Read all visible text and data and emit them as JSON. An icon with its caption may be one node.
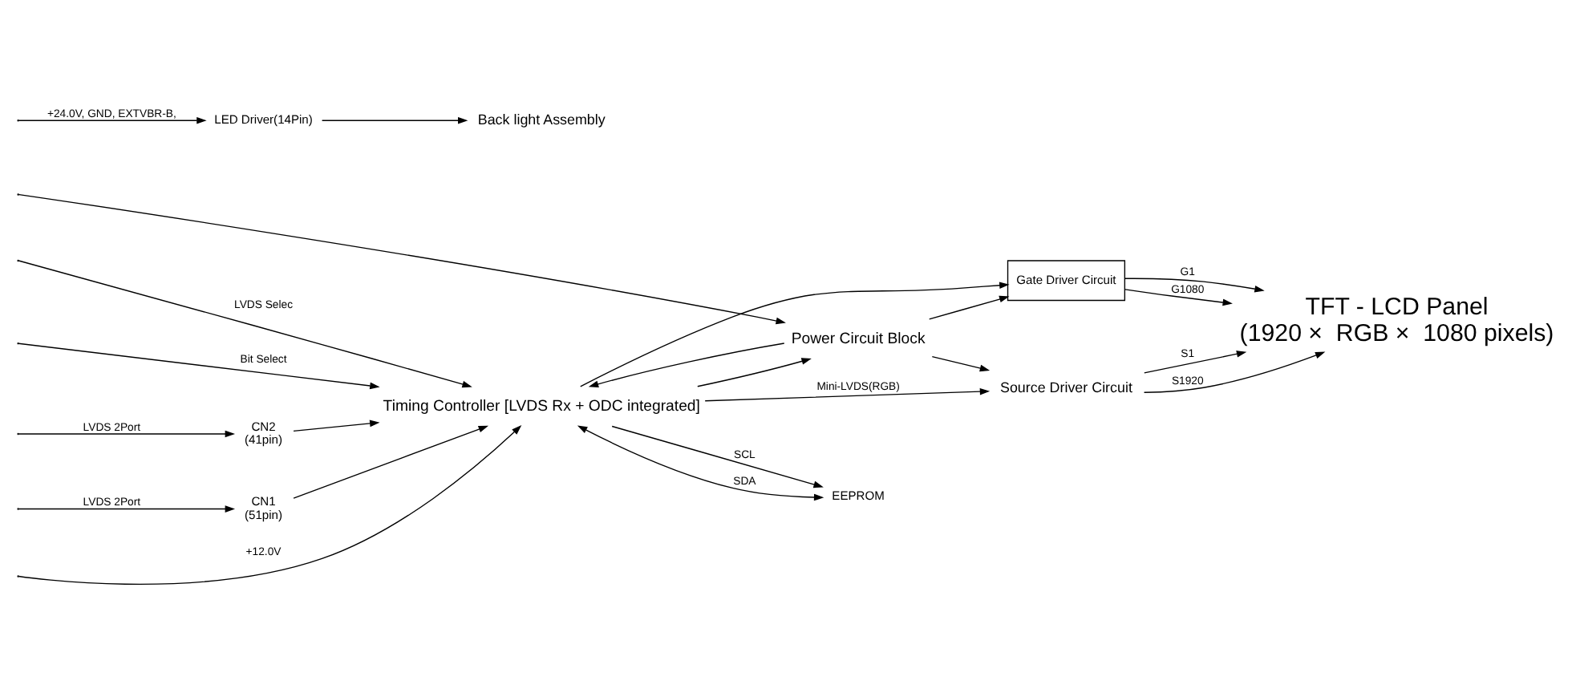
{
  "diagram": {
    "nodes": [
      {
        "text": [
          "CN2",
          "(41pin)"
        ]
      },
      {
        "text": [
          "EEPROM"
        ]
      },
      {
        "text": [
          "Timing Controller [LVDS Rx + ODC integrated]"
        ]
      },
      {
        "text": [
          "CN1",
          "(51pin)"
        ]
      },
      {
        "text": [
          "Power Circuit Block"
        ]
      },
      {
        "text": [
          "LED Driver(14Pin)"
        ]
      },
      {
        "text": [
          "Source Driver Circuit"
        ]
      },
      {
        "text": [
          "Gate Driver Circuit"
        ]
      },
      {
        "text": [
          "TFT - LCD Panel",
          "(1920 ×  RGB ×  1080 pixels)"
        ]
      },
      {
        "text": [
          "Back light Assembly"
        ]
      }
    ],
    "edges": [
      {
        "from": null,
        "to": 0,
        "arrow": "to",
        "label": "LVDS 2Port"
      },
      {
        "from": 0,
        "to": 2,
        "arrow": "to"
      },
      {
        "from": null,
        "to": 2,
        "arrow": "to",
        "label": "+12.0V"
      },
      {
        "from": null,
        "to": 3,
        "arrow": "to",
        "label": "LVDS 2Port"
      },
      {
        "from": 3,
        "to": 2,
        "arrow": "to"
      },
      {
        "from": null,
        "to": 2,
        "arrow": "to",
        "label": "LVDS Selec"
      },
      {
        "from": null,
        "to": 2,
        "arrow": "to",
        "label": "Bit Select"
      },
      {
        "from": 2,
        "to": 1,
        "arrow": "to",
        "label": "SCL"
      },
      {
        "from": 2,
        "to": 1,
        "arrow": "both",
        "label": "SDA"
      },
      {
        "from": 2,
        "to": 4,
        "arrow": "to"
      },
      {
        "from": 4,
        "to": 2,
        "arrow": "to"
      },
      {
        "from": null,
        "to": 4,
        "arrow": "to"
      },
      {
        "from": 2,
        "to": 6,
        "arrow": "to",
        "label": "Mini-LVDS(RGB)"
      },
      {
        "from": 4,
        "to": 6,
        "arrow": "to"
      },
      {
        "from": 2,
        "to": 7,
        "arrow": "to"
      },
      {
        "from": 4,
        "to": 7,
        "arrow": "to"
      },
      {
        "from": 7,
        "to": 8,
        "arrow": "to",
        "label": "G1"
      },
      {
        "from": 7,
        "to": 8,
        "arrow": "to",
        "label": "G1080"
      },
      {
        "from": 6,
        "to": 8,
        "arrow": "to",
        "label": "S1"
      },
      {
        "from": 6,
        "to": 8,
        "arrow": "to",
        "label": "S1920"
      },
      {
        "from": null,
        "to": 5,
        "arrow": "to",
        "label": "+24.0V, GND, EXTVBR-B,"
      },
      {
        "from": 5,
        "to": 9,
        "arrow": "to"
      }
    ]
  }
}
